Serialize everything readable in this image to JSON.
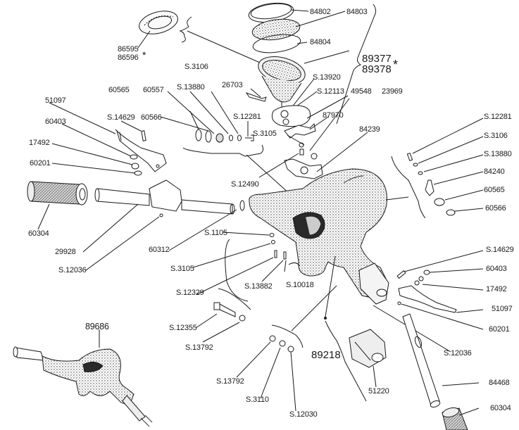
{
  "diagram": {
    "title": "Handlebar assembly exploded parts diagram",
    "labels": {
      "p84802": "84802",
      "p84803": "84803",
      "p84804": "84804",
      "p86595": "86595",
      "p86596": "86596",
      "asterisk": "*",
      "p89377": "89377",
      "p89378": "89378",
      "s3106_top": "S.3106",
      "p26703": "26703",
      "s13920": "S.13920",
      "s12113": "S.12113",
      "p49548": "49548",
      "p23969": "23969",
      "p60565_left": "60565",
      "p60557": "60557",
      "s13880_left": "S.13880",
      "p51097_left": "51097",
      "s14629_left": "S.14629",
      "p60566_left": "60566",
      "s12281_top": "S.12281",
      "p87970": "87970",
      "p60403_left": "60403",
      "s3105_top": "S.3105",
      "p84239": "84239",
      "p17492_left": "17492",
      "p60201_left": "60201",
      "s12490": "S.12490",
      "p60304_left": "60304",
      "p29928": "29928",
      "p60312": "60312",
      "s12036_left": "S.12036",
      "s1105": "S.1105",
      "s3105_mid": "S.3105",
      "s12329": "S.12329",
      "s13882": "S.13882",
      "s10018": "S.10018",
      "s12355": "S.12355",
      "s13792_mid": "S.13792",
      "p89686": "89686",
      "s13792_low": "S.13792",
      "s3110": "S.3110",
      "s12030": "S.12030",
      "p89218": "89218",
      "p51220": "51220",
      "s12281_right": "S.12281",
      "s3106_right": "S.3106",
      "s13880_right": "S.13880",
      "p84240": "84240",
      "p60565_right": "60565",
      "p60566_right": "60566",
      "s14629_right": "S.14629",
      "p60403_right": "60403",
      "p17492_right": "17492",
      "p51097_right": "51097",
      "p60201_right": "60201",
      "s12036_right": "S.12036",
      "p84468": "84468",
      "p60304_right": "60304"
    },
    "colors": {
      "ink": "#1a1a1a",
      "paper": "#ffffff",
      "shade": "#3a3a3a"
    }
  }
}
